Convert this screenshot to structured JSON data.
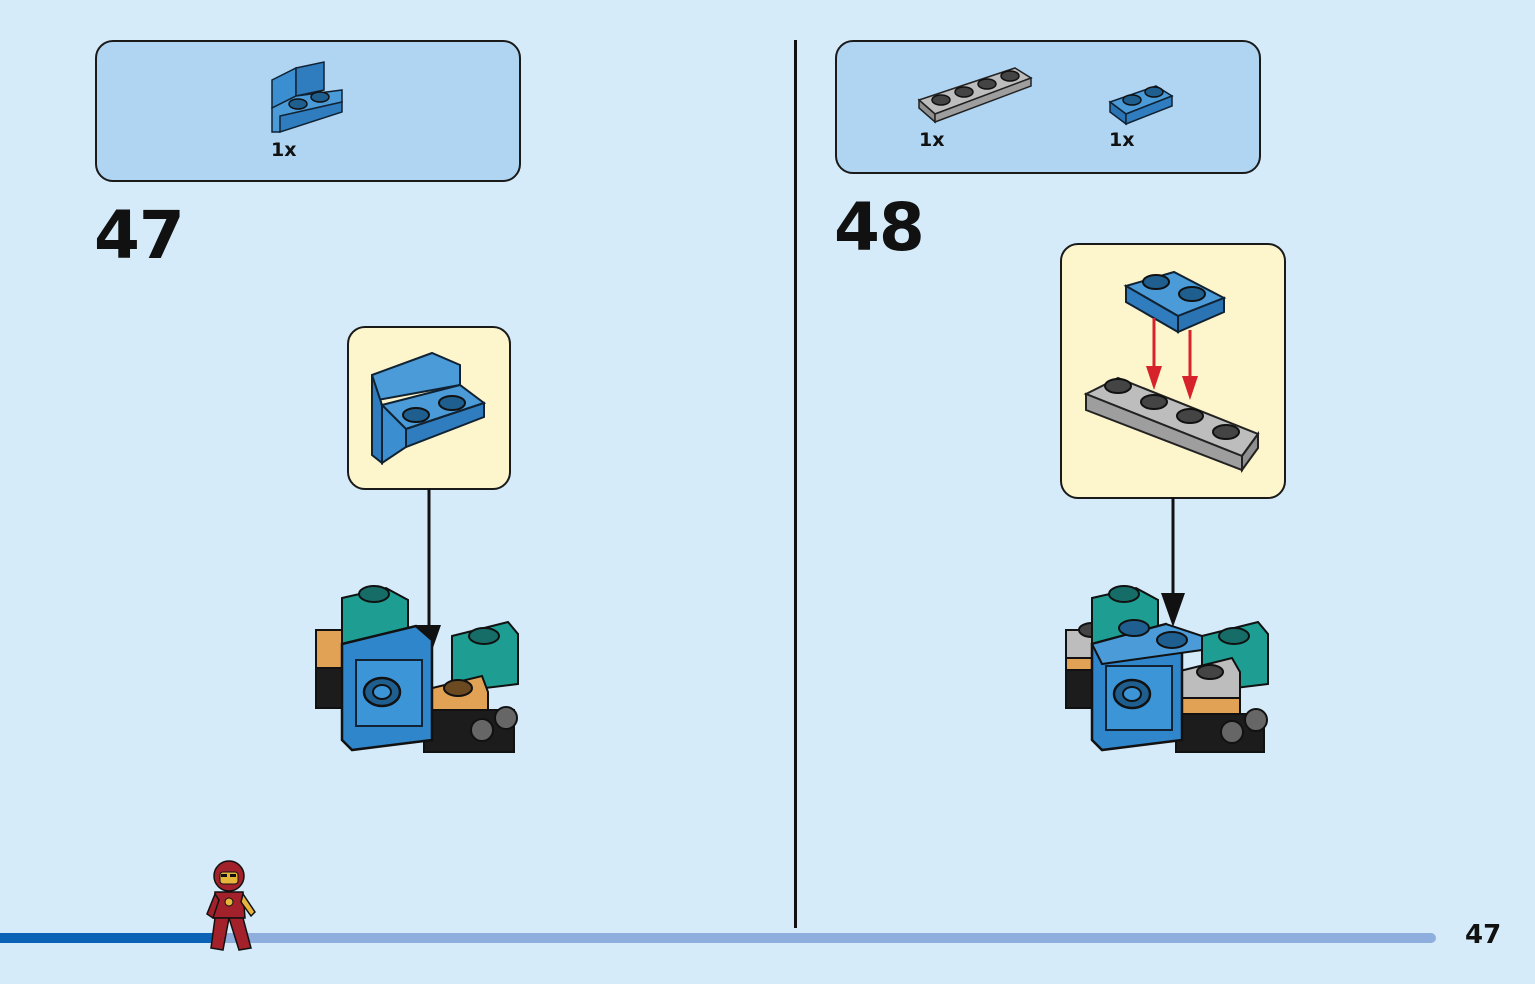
{
  "steps": [
    {
      "number": "47",
      "parts": [
        {
          "qty": "1x",
          "icon": "blue-bracket-1x2-icon"
        }
      ]
    },
    {
      "number": "48",
      "parts": [
        {
          "qty": "1x",
          "icon": "gray-plate-1x4-icon"
        },
        {
          "qty": "1x",
          "icon": "blue-plate-1x2-icon"
        }
      ]
    }
  ],
  "progress": {
    "fraction": 0.15
  },
  "page_number": "47",
  "colors": {
    "background": "#d5ebfa",
    "parts_box": "#b0d5f3",
    "callout": "#fdf5cc",
    "progress_fill": "#0a63b5",
    "progress_track": "#8eaede",
    "arrow_red": "#d6222a"
  }
}
